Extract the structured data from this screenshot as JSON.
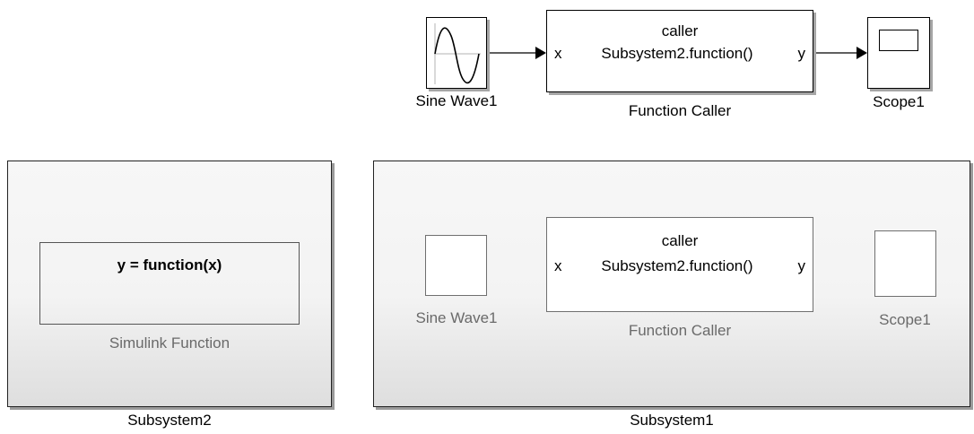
{
  "top": {
    "sine_label": "Sine Wave1",
    "fc_title": "caller",
    "fc_port_in": "x",
    "fc_text": "Subsystem2.function()",
    "fc_port_out": "y",
    "fc_label": "Function Caller",
    "scope_label": "Scope1"
  },
  "subsystem2": {
    "label": "Subsystem2",
    "func_text": "y = function(x)",
    "func_label": "Simulink Function"
  },
  "subsystem1": {
    "label": "Subsystem1",
    "sine_label": "Sine Wave1",
    "fc_title": "caller",
    "fc_port_in": "x",
    "fc_text": "Subsystem2.function()",
    "fc_port_out": "y",
    "fc_label": "Function Caller",
    "scope_label": "Scope1"
  }
}
